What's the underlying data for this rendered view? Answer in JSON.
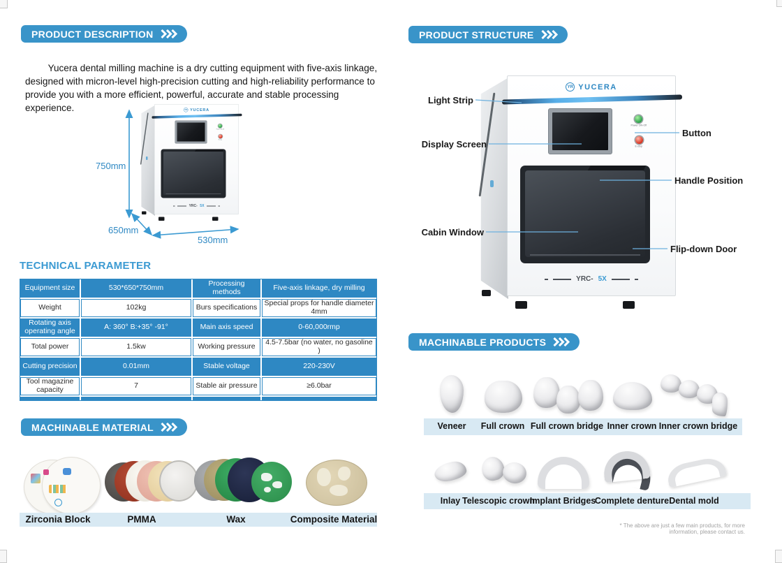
{
  "page": {
    "footnote": "* The above are just a few main products, for more information, please contact us."
  },
  "machine": {
    "brand": "YUCERA",
    "logo_monogram": "YR",
    "model_prefix": "YRC-",
    "model_suffix": "5X",
    "power_label": "Power ON-Off",
    "estop_label": "E-stop",
    "dims": {
      "height": "750mm",
      "depth": "650mm",
      "width": "530mm"
    }
  },
  "left": {
    "description": {
      "badge": "PRODUCT DESCRIPTION",
      "paragraph": "Yucera  dental milling machine is a dry cutting equipment with five-axis linkage, designed with micron-level high-precision cutting and high-reliability performance to provide you with a more efficient, powerful, accurate and stable processing experience."
    },
    "tech": {
      "heading": "TECHNICAL PARAMETER",
      "rows": [
        [
          "Equipment size",
          "530*650*750mm",
          "Processing methods",
          "Five-axis linkage, dry milling"
        ],
        [
          "Weight",
          "102kg",
          "Burs specifications",
          "Special props for handle diameter 4mm"
        ],
        [
          "Rotating axis operating angle",
          "A: 360° B:+35° -91°",
          "Main axis speed",
          "0-60,000rmp"
        ],
        [
          "Total power",
          "1.5kw",
          "Working pressure",
          "4.5-7.5bar (no water, no gasoline )"
        ],
        [
          "Cutting precision",
          "0.01mm",
          "Stable voltage",
          "220-230V"
        ],
        [
          "Tool magazine capacity",
          "7",
          "Stable air pressure",
          "≥6.0bar"
        ]
      ]
    },
    "materials": {
      "badge": "MACHINABLE MATERIAL",
      "items": [
        "Zirconia Block",
        "PMMA",
        "Wax",
        "Composite Material"
      ]
    }
  },
  "right": {
    "structure": {
      "badge": "PRODUCT STRUCTURE",
      "labels_left": [
        "Light Strip",
        "Display Screen",
        "Cabin Window"
      ],
      "labels_right": [
        "Button",
        "Handle Position",
        "Flip-down Door"
      ]
    },
    "products": {
      "badge": "MACHINABLE PRODUCTS",
      "row1": [
        "Veneer",
        "Full crown",
        "Full crown bridge",
        "Inner crown",
        "Inner crown bridge"
      ],
      "row2": [
        "Inlay",
        "Telescopic crown",
        "Implant Bridges",
        "Complete denture",
        "Dental mold"
      ]
    }
  },
  "colors": {
    "badge_blue": "#3994c9",
    "table_blue": "#2e88c3",
    "heading_blue": "#3b9ad2",
    "caption_strip_blue": "#d8e9f3",
    "leader_line_blue": "#6db1de",
    "model_accent_blue": "#3b9ad2"
  }
}
